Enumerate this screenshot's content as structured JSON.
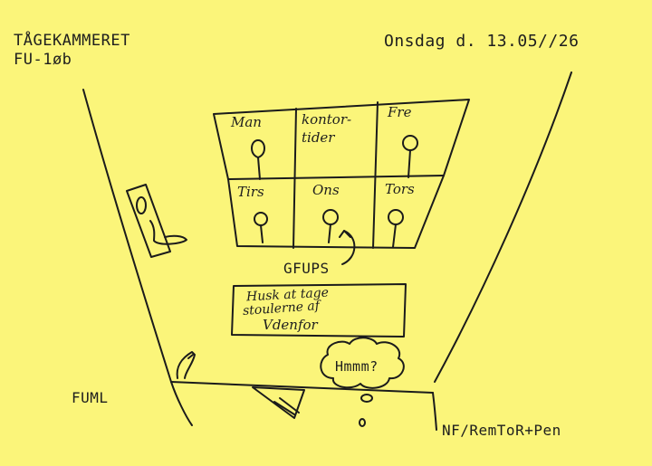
{
  "header": {
    "title": "TÅGEKAMMERET",
    "subtitle": "FU-1øb",
    "date": "Onsdag d. 13.05//26"
  },
  "schedule": {
    "cells": [
      {
        "label": "Man"
      },
      {
        "label": "kontor-\ntider"
      },
      {
        "label": "Fre"
      },
      {
        "label": "Tirs"
      },
      {
        "label": "Ons"
      },
      {
        "label": "Tors"
      }
    ]
  },
  "labels": {
    "gfups": "GFUPS",
    "fuml": "FUML",
    "signature": "NF/RemToR+Pen",
    "thought": "Hmmm?"
  },
  "note": {
    "lines": [
      "Husk at tage",
      "stoulerne af",
      "Vdenfor"
    ]
  }
}
